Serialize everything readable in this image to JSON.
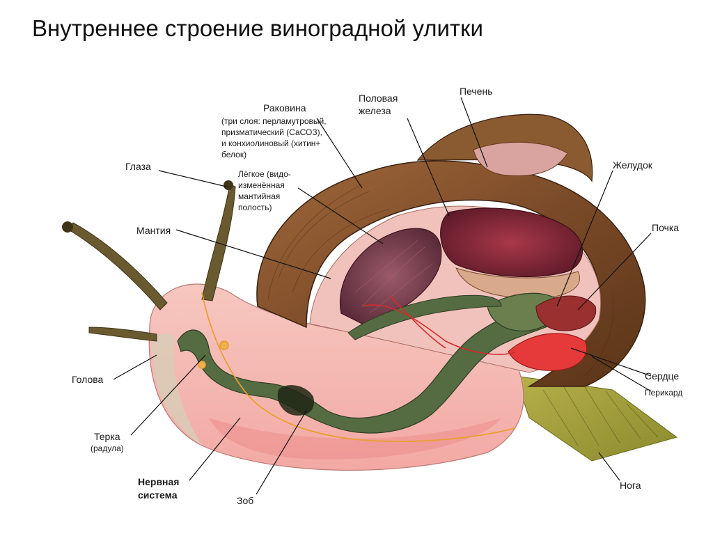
{
  "title": "Внутреннее строение виноградной улитки",
  "labels": {
    "shell": "Раковина",
    "shell_desc_1": "(три слоя: перламутровый,",
    "shell_desc_2": "призматический (СаСОЗ),",
    "shell_desc_3": "и конхиолиновый (хитин+",
    "shell_desc_4": "белок)",
    "gonad_1": "Половая",
    "gonad_2": "железа",
    "liver": "Печень",
    "eyes": "Глаза",
    "lung_1": "Лёгкое (видо-",
    "lung_2": "изменённая",
    "lung_3": "мантийная",
    "lung_4": "полость)",
    "stomach": "Желудок",
    "mantle": "Мантия",
    "kidney": "Почка",
    "head": "Голова",
    "heart": "Сердце",
    "pericard": "Перикард",
    "radula_1": "Терка",
    "radula_2": "(радула)",
    "nerve_1": "Нервная",
    "nerve_2": "система",
    "crop": "Зоб",
    "foot": "Нога"
  }
}
